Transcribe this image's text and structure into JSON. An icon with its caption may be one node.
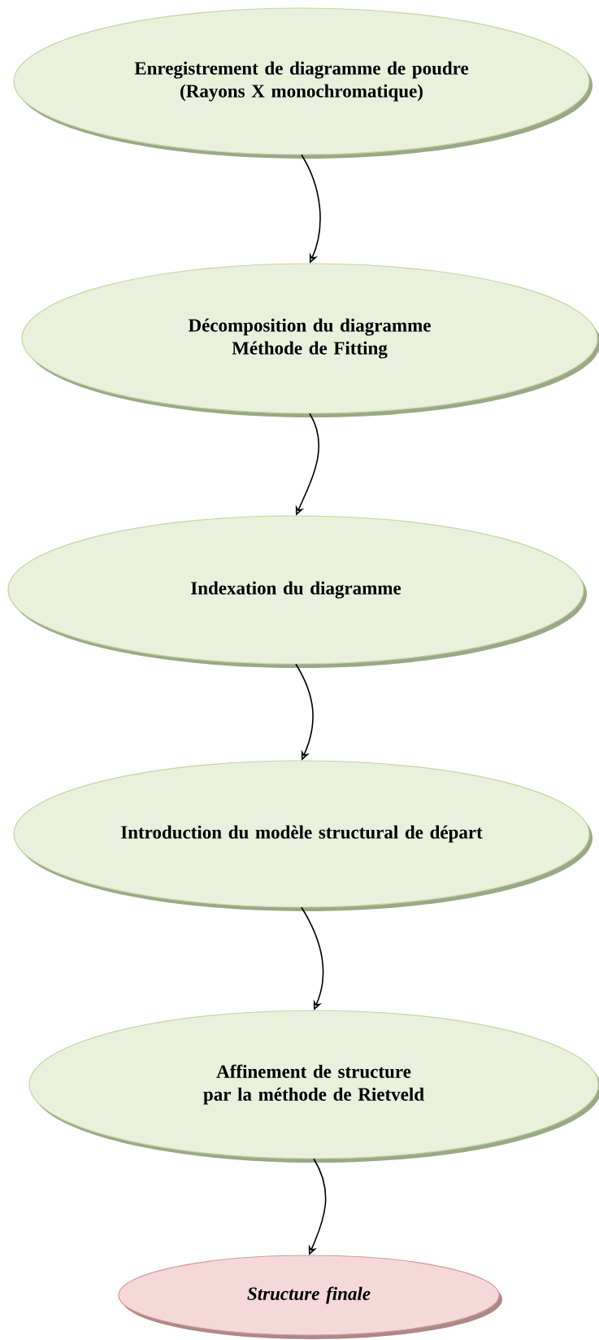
{
  "diagram": {
    "nodes": [
      {
        "text": [
          "Enregistrement de diagramme de poudre",
          "(Rayons X monochromatique)"
        ]
      },
      {
        "text": [
          "Décomposition du diagramme",
          "Méthode de Fitting"
        ]
      },
      {
        "text": [
          "Indexation du diagramme"
        ]
      },
      {
        "text": [
          "Introduction du modèle structural de départ"
        ]
      },
      {
        "text": [
          "Affinement de structure par la méthode de Rietveld"
        ]
      },
      {
        "text": [
          "Structure finale"
        ]
      }
    ],
    "edges": [
      {
        "from": 0,
        "to": 1,
        "arrow": "to"
      },
      {
        "from": 1,
        "to": 2,
        "arrow": "to"
      },
      {
        "from": 2,
        "to": 3,
        "arrow": "to"
      },
      {
        "from": 3,
        "to": 4,
        "arrow": "to"
      },
      {
        "from": 4,
        "to": 5,
        "arrow": "to"
      }
    ]
  }
}
